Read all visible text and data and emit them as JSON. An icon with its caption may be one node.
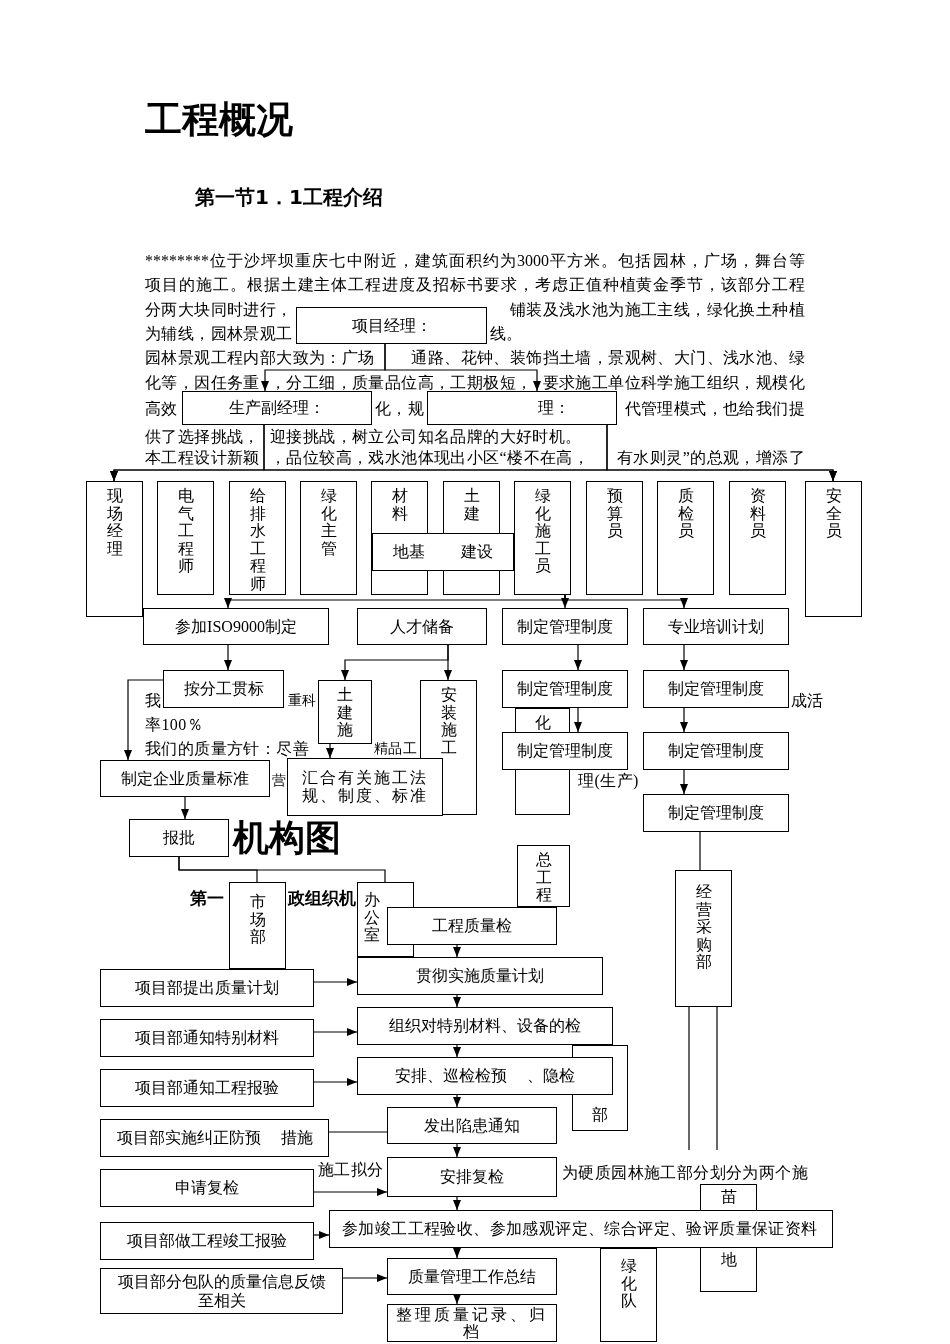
{
  "diagram": {
    "title": "工程概况",
    "nodes": [
      {
        "text": [
          "项目经理："
        ]
      },
      {
        "text": [
          "生产副经理："
        ]
      },
      {
        "text": [
          "理："
        ]
      },
      {
        "text": [
          "现场经理"
        ]
      },
      {
        "text": [
          "电气工程师"
        ]
      },
      {
        "text": [
          "给排水工程师"
        ]
      },
      {
        "text": [
          "绿化主管"
        ]
      },
      {
        "text": [
          "材料"
        ]
      },
      {
        "text": [
          "土建"
        ]
      },
      {
        "text": [
          "绿化施工员"
        ]
      },
      {
        "text": [
          "预算员"
        ]
      },
      {
        "text": [
          "质检员"
        ]
      },
      {
        "text": [
          "资料员"
        ]
      },
      {
        "text": [
          "安全员"
        ]
      },
      {
        "text": [
          "地基 建设"
        ]
      },
      {
        "text": [
          "参加ISO9000制定"
        ]
      },
      {
        "text": [
          "人才储备"
        ]
      },
      {
        "text": [
          "制定管理制度"
        ]
      },
      {
        "text": [
          "专业培训计划"
        ]
      },
      {
        "text": [
          "按分工贯标"
        ]
      },
      {
        "text": [
          "土建施"
        ]
      },
      {
        "text": [
          "安装施工"
        ]
      },
      {
        "text": [
          "化"
        ]
      },
      {
        "text": [
          "制定管理制度"
        ]
      },
      {
        "text": [
          "制定管理制度"
        ]
      },
      {
        "text": [
          "制定管理制度"
        ]
      },
      {
        "text": [
          "制定管理制度"
        ]
      },
      {
        "text": [
          "制定企业质量标准"
        ]
      },
      {
        "text": [
          "汇合有关施工法规、制度、标准"
        ]
      },
      {
        "text": [
          "制定管理制度"
        ]
      },
      {
        "text": [
          "报批"
        ]
      },
      {
        "text": [
          "总工程"
        ]
      },
      {
        "text": [
          "经营采购部"
        ]
      },
      {
        "text": [
          "市场部"
        ]
      },
      {
        "text": [
          "办公室"
        ]
      },
      {
        "text": [
          "工程质量检"
        ]
      },
      {
        "text": [
          "贯彻实施质量计划"
        ]
      },
      {
        "text": [
          "项目部提出质量计划"
        ]
      },
      {
        "text": [
          "组织对特别材料、设备的检"
        ]
      },
      {
        "text": [
          "项目部通知特别材料"
        ]
      },
      {
        "text": [
          "安排、巡检检预 、隐检"
        ]
      },
      {
        "text": [
          "项目部通知工程报验"
        ]
      },
      {
        "text": [
          "部"
        ]
      },
      {
        "text": [
          "发出陷患通知"
        ]
      },
      {
        "text": [
          "项目部实施纠正防预 措施"
        ]
      },
      {
        "text": [
          "安排复检"
        ]
      },
      {
        "text": [
          "申请复检"
        ]
      },
      {
        "text": [
          "苗",
          "地"
        ]
      },
      {
        "text": [
          "参加竣工工程验收、参加感观评定、综合评定、验评质量保证资料"
        ]
      },
      {
        "text": [
          "项目部做工程竣工报验"
        ]
      },
      {
        "text": [
          "绿化队"
        ]
      },
      {
        "text": [
          "质量管理工作总结"
        ]
      },
      {
        "text": [
          "项目部分包队的质量信息反馈至相关"
        ]
      },
      {
        "text": [
          "整理质量记录、归档"
        ]
      }
    ],
    "edges": [
      {
        "from": 0,
        "to": 1,
        "arrow": "to"
      },
      {
        "from": 0,
        "to": 2,
        "arrow": "to"
      },
      {
        "from": 1,
        "to": 3,
        "arrow": "to"
      },
      {
        "from": 1,
        "to": 13,
        "arrow": "to"
      },
      {
        "from": 2,
        "to": 3,
        "arrow": "to"
      },
      {
        "from": 2,
        "to": 13,
        "arrow": "to"
      },
      {
        "from": 9,
        "to": 15,
        "arrow": "to"
      },
      {
        "from": 9,
        "to": 17,
        "arrow": "to"
      },
      {
        "from": 9,
        "to": 18,
        "arrow": "to"
      },
      {
        "from": 15,
        "to": 19,
        "arrow": "to"
      },
      {
        "from": 16,
        "to": 20,
        "arrow": "to"
      },
      {
        "from": 16,
        "to": 21,
        "arrow": "to"
      },
      {
        "from": 17,
        "to": 23,
        "arrow": "to"
      },
      {
        "from": 18,
        "to": 24,
        "arrow": "to"
      },
      {
        "from": 19,
        "to": 27,
        "arrow": "to"
      },
      {
        "from": 23,
        "to": 25,
        "arrow": "to"
      },
      {
        "from": 24,
        "to": 26,
        "arrow": "to"
      },
      {
        "from": 26,
        "to": 29,
        "arrow": "to"
      },
      {
        "from": 20,
        "to": 28,
        "arrow": "to"
      },
      {
        "from": 27,
        "to": 30,
        "arrow": "to"
      },
      {
        "from": 29,
        "to": 32,
        "arrow": "none"
      },
      {
        "from": 30,
        "to": 33,
        "arrow": "none"
      },
      {
        "from": 30,
        "to": 34,
        "arrow": "none"
      },
      {
        "from": 35,
        "to": 36,
        "arrow": "to"
      },
      {
        "from": 37,
        "to": 36,
        "arrow": "to"
      },
      {
        "from": 36,
        "to": 38,
        "arrow": "to"
      },
      {
        "from": 39,
        "to": 38,
        "arrow": "to"
      },
      {
        "from": 38,
        "to": 40,
        "arrow": "to"
      },
      {
        "from": 41,
        "to": 40,
        "arrow": "to"
      },
      {
        "from": 40,
        "to": 43,
        "arrow": "to"
      },
      {
        "from": 44,
        "to": 43,
        "arrow": "none"
      },
      {
        "from": 43,
        "to": 45,
        "arrow": "to"
      },
      {
        "from": 46,
        "to": 45,
        "arrow": "to"
      },
      {
        "from": 45,
        "to": 48,
        "arrow": "to"
      },
      {
        "from": 49,
        "to": 48,
        "arrow": "to"
      },
      {
        "from": 48,
        "to": 51,
        "arrow": "to"
      },
      {
        "from": 52,
        "to": 51,
        "arrow": "to"
      },
      {
        "from": 51,
        "to": 53,
        "arrow": "to"
      },
      {
        "from": 32,
        "to": null,
        "arrow": "none"
      },
      {
        "from": 32,
        "to": null,
        "arrow": "none"
      }
    ],
    "labels": [
      "第一节1．1工程介绍",
      "********位于沙坪坝重庆七中附近，建筑面积约为3000平方米。包括园林，广场，舞台等",
      "项目的施工。根据土建主体工程进度及招标书要求，考虑正值种植黄金季节，该部分工程",
      "分两大块同时进行，",
      "铺装及浅水池为施工主线，绿化换土种植",
      "为辅线，园林景观工",
      "线。",
      "园林景观工程内部大致为：广场",
      "通路、花钟、装饰挡土墙，景观树、大门、浅水池、绿",
      "化等，因任务重",
      "，分工细，质量品位高，工期极短，",
      "要求施工单位科学施工组织，规模化",
      "高效",
      "化，规",
      "代管理模式，也给我们提",
      "供了选择挑战，",
      "迎接挑战，树立公司知名品牌的大好时机。",
      "本工程设计新颖",
      "，品位较高，戏水池体现出小区“楼不在高，",
      "有水则灵”的总观，增添了",
      "我",
      "重科",
      "成活",
      "率100％",
      "我们的质量方针：尽善",
      "精品工",
      "营",
      "理(生产)",
      "机构图",
      "第一",
      "政组织机",
      "施工拟分",
      "为硬质园林施工部分划分为两个施"
    ]
  }
}
